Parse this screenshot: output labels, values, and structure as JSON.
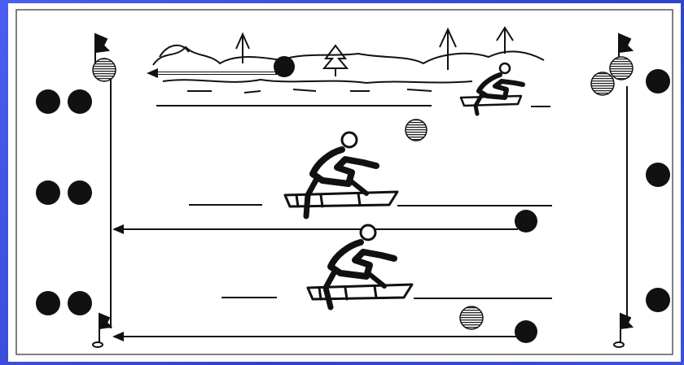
{
  "diagram": {
    "colors": {
      "background": "#3b4fd8",
      "panel": "#ffffff",
      "ink": "#111111",
      "stripe": "#222222"
    },
    "icons": [
      "flag-icon",
      "sled-rider-icon",
      "tree-icon",
      "arrow-left-icon"
    ],
    "counts": {
      "left_group_players": 6,
      "right_group_players": 3,
      "striped_markers": 5,
      "flags": 4
    }
  }
}
